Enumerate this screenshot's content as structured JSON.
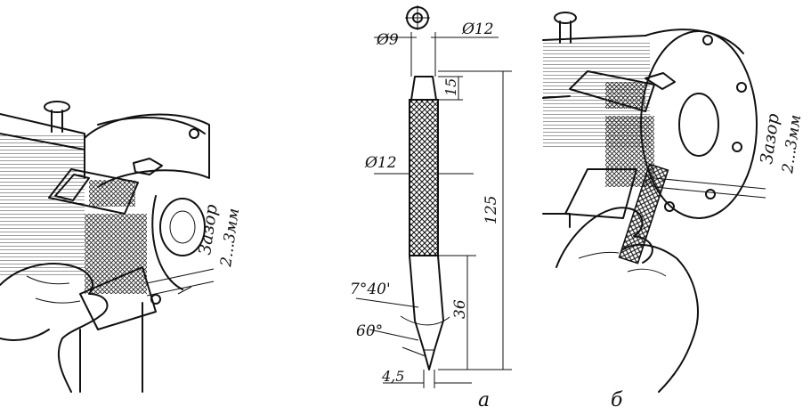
{
  "left_view": {
    "gap_label": "Зазор",
    "gap_value": "2...3мм"
  },
  "center_view": {
    "dia_9": "Ø9",
    "dia_12_top": "Ø12",
    "dia_12_body": "Ø12",
    "len_15": "15",
    "len_125": "125",
    "len_36": "36",
    "angle_7_40": "7°40'",
    "angle_60": "60°",
    "tip_4_5": "4,5",
    "caption": "а"
  },
  "right_view": {
    "gap_label": "Зазор",
    "gap_value": "2...3мм",
    "caption": "б"
  }
}
